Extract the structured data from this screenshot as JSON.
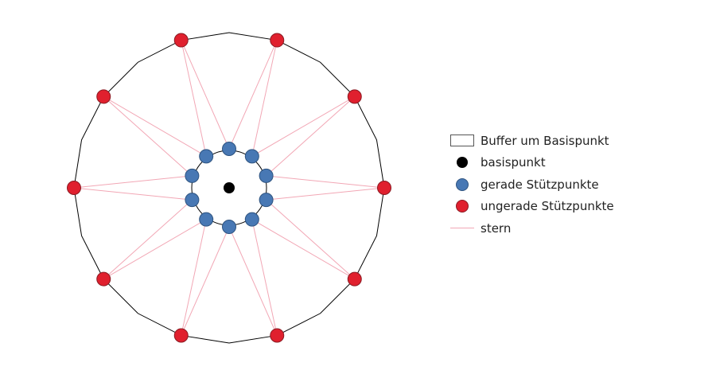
{
  "colors": {
    "buffer_stroke": "#000000",
    "basis": "#000000",
    "even": "#4878b4",
    "odd": "#e0202e",
    "stern": "#f2a7b5"
  },
  "diagram": {
    "even_point_count": 10,
    "odd_point_count": 10,
    "buffer_vertices": 20
  },
  "legend": [
    {
      "label": "Buffer um Basispunkt",
      "symbol": "rect"
    },
    {
      "label": "basispunkt",
      "symbol": "basis"
    },
    {
      "label": "gerade Stützpunkte",
      "symbol": "even"
    },
    {
      "label": "ungerade Stützpunkte",
      "symbol": "odd"
    },
    {
      "label": "stern",
      "symbol": "line"
    }
  ]
}
